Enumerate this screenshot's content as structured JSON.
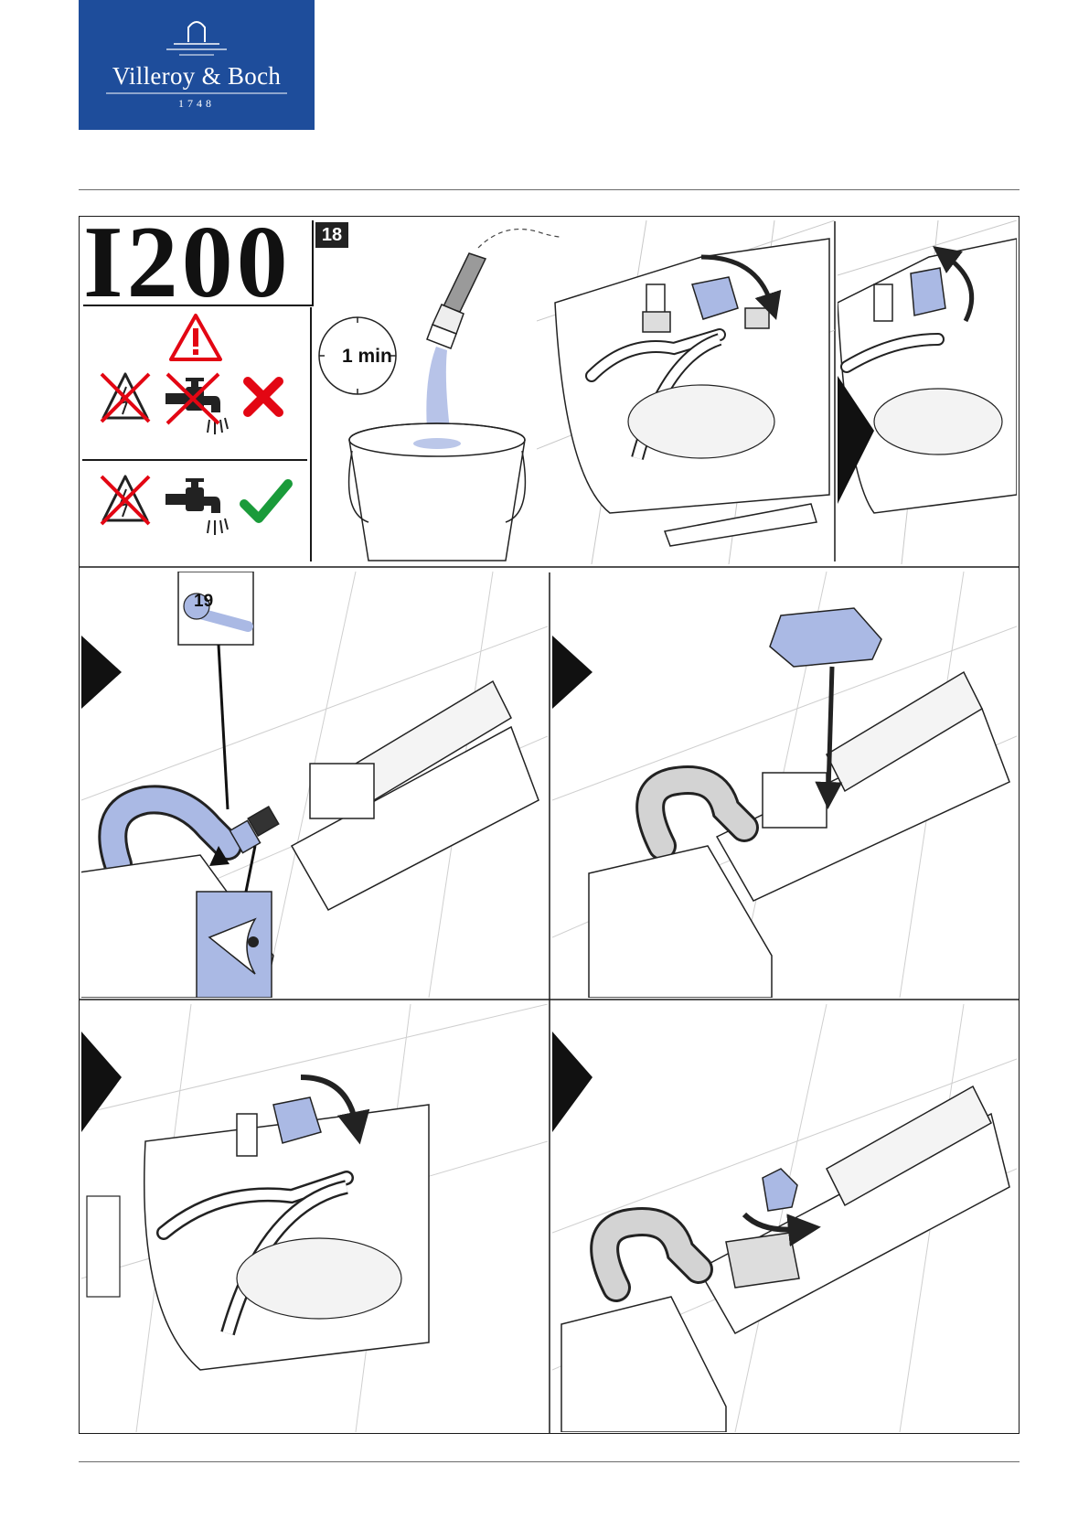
{
  "header": {
    "brand_name": "Villeroy & Boch",
    "brand_year": "1748",
    "brand_color": "#1e4d9b"
  },
  "step": {
    "model": "I200",
    "number": "18",
    "timer_label": "1 min",
    "wrench_size": "19"
  },
  "colors": {
    "highlight_blue": "#aab9e4",
    "warning_red": "#e30613",
    "ok_green": "#1a9b3a",
    "line": "#1a1a1a",
    "hose_gray": "#d3d3d3"
  },
  "icons": {
    "caution": "warning-triangle-icon",
    "no_electricity": "no-electricity-icon",
    "no_tap": "no-water-tap-icon",
    "cross": "red-cross-icon",
    "tap": "water-tap-icon",
    "check": "green-check-icon",
    "stopwatch": "stopwatch-icon",
    "bucket": "bucket-icon",
    "wrench": "wrench-icon",
    "eye": "inspect-eye-icon"
  }
}
